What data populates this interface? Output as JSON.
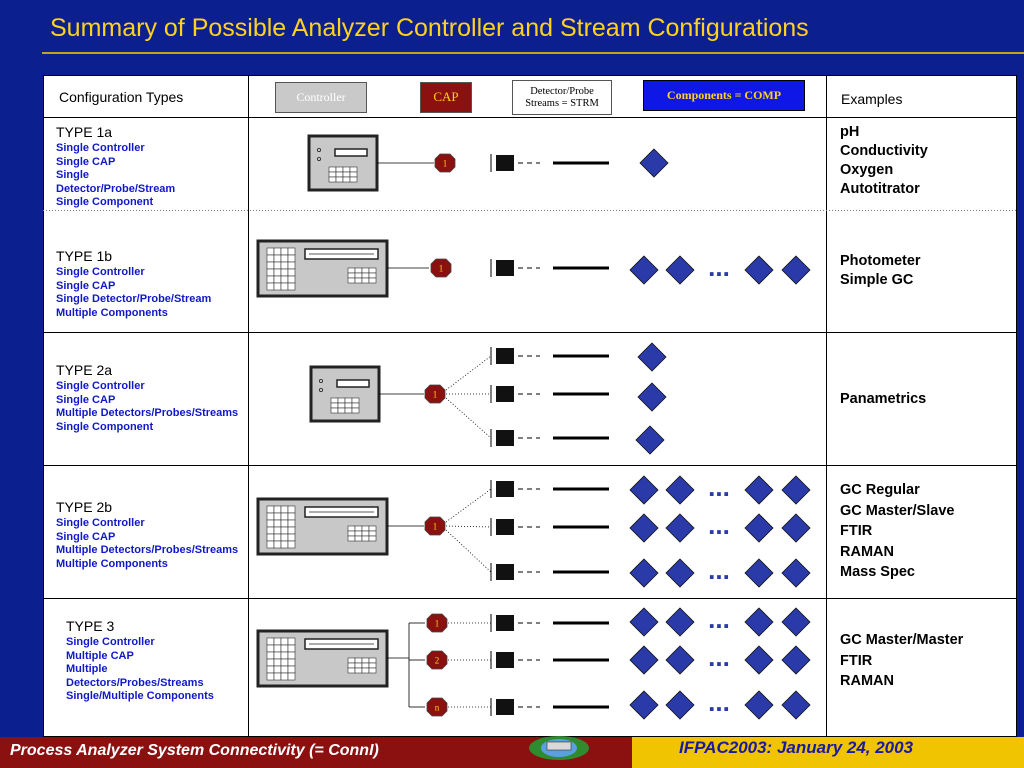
{
  "title": "Summary of Possible  Analyzer Controller and Stream Configurations",
  "header": {
    "configuration_types": "Configuration Types",
    "examples": "Examples"
  },
  "legend": {
    "controller": "Controller",
    "cap": "CAP",
    "strm_line1": "Detector/Probe",
    "strm_line2": "Streams = STRM",
    "comp": "Components = COMP"
  },
  "rows": [
    {
      "type": "TYPE 1a",
      "lines": [
        "Single Controller",
        "Single CAP",
        "Single",
        "Detector/Probe/Stream",
        "Single Component"
      ],
      "examples": [
        "pH",
        "Conductivity",
        "Oxygen",
        "Autotitrator"
      ]
    },
    {
      "type": "TYPE 1b",
      "lines": [
        "Single Controller",
        "Single CAP",
        "Single Detector/Probe/Stream",
        "Multiple Components"
      ],
      "examples": [
        "Photometer",
        "Simple GC"
      ]
    },
    {
      "type": "TYPE 2a",
      "lines": [
        "Single Controller",
        "Single CAP",
        "Multiple Detectors/Probes/Streams",
        "Single Component"
      ],
      "examples": [
        "Panametrics"
      ]
    },
    {
      "type": "TYPE 2b",
      "lines": [
        "Single Controller",
        "Single  CAP",
        "Multiple Detectors/Probes/Streams",
        "Multiple Components"
      ],
      "examples": [
        "GC Regular",
        "GC Master/Slave",
        "FTIR",
        "RAMAN",
        "Mass Spec"
      ]
    },
    {
      "type": "TYPE 3",
      "lines": [
        "Single Controller",
        "Multiple CAP",
        "Multiple",
        "Detectors/Probes/Streams",
        "Single/Multiple Components"
      ],
      "examples": [
        "GC Master/Master",
        "FTIR",
        "RAMAN"
      ]
    }
  ],
  "cap_labels": {
    "one": "1",
    "two": "2",
    "n": "n"
  },
  "ellipsis": "...",
  "footer": {
    "left": "Process Analyzer System Connectivity  (= ConnI)",
    "right": "IFPAC2003: January 24, 2003"
  },
  "colors": {
    "background": "#0c1f8f",
    "title": "#ffd21e",
    "cap": "#8b1010",
    "component": "#2a3aa8",
    "footer_left": "#8b1010",
    "footer_right": "#f1c400"
  }
}
